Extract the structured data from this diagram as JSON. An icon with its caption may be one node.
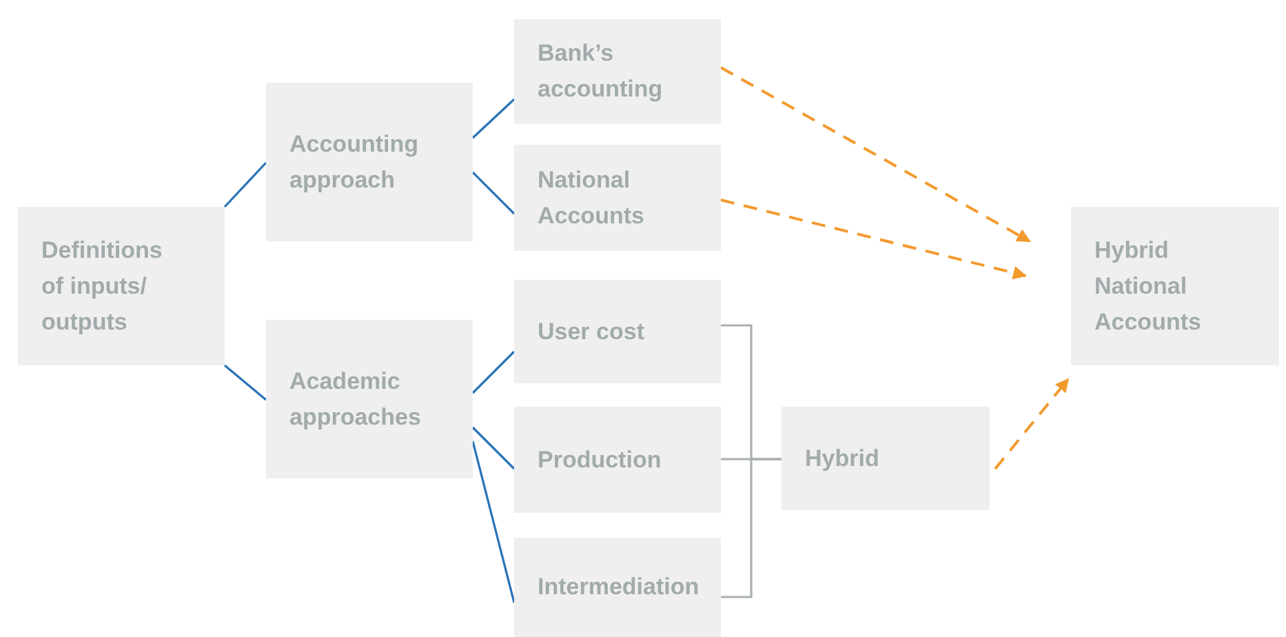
{
  "diagram": {
    "nodes": [
      {
        "text": [
          "Definitions of inputs/ outputs"
        ]
      },
      {
        "text": [
          "Accounting approach"
        ]
      },
      {
        "text": [
          "Academic approaches"
        ]
      },
      {
        "text": [
          "Bank’s accounting"
        ]
      },
      {
        "text": [
          "National Accounts"
        ]
      },
      {
        "text": [
          "User cost"
        ]
      },
      {
        "text": [
          "Production"
        ]
      },
      {
        "text": [
          "Intermediation"
        ]
      },
      {
        "text": [
          "Hybrid"
        ]
      },
      {
        "text": [
          "Hybrid National Accounts"
        ]
      }
    ],
    "edges": [
      {
        "from": 0,
        "to": 1,
        "arrow": "none"
      },
      {
        "from": 0,
        "to": 2,
        "arrow": "none"
      },
      {
        "from": 1,
        "to": 3,
        "arrow": "none"
      },
      {
        "from": 1,
        "to": 4,
        "arrow": "none"
      },
      {
        "from": 2,
        "to": 5,
        "arrow": "none"
      },
      {
        "from": 2,
        "to": 6,
        "arrow": "none"
      },
      {
        "from": 2,
        "to": 7,
        "arrow": "none"
      },
      {
        "from": 5,
        "to": 8,
        "arrow": "none",
        "color": "#a9b0b0"
      },
      {
        "from": 6,
        "to": 8,
        "arrow": "none",
        "color": "#a9b0b0"
      },
      {
        "from": 7,
        "to": 8,
        "arrow": "none",
        "color": "#a9b0b0"
      },
      {
        "from": 3,
        "to": 9,
        "arrow": "to",
        "style": "dashed",
        "color": "#f29a2e"
      },
      {
        "from": 4,
        "to": 9,
        "arrow": "to",
        "style": "dashed",
        "color": "#f29a2e"
      },
      {
        "from": 8,
        "to": 9,
        "arrow": "to",
        "style": "dashed",
        "color": "#f29a2e"
      }
    ]
  }
}
